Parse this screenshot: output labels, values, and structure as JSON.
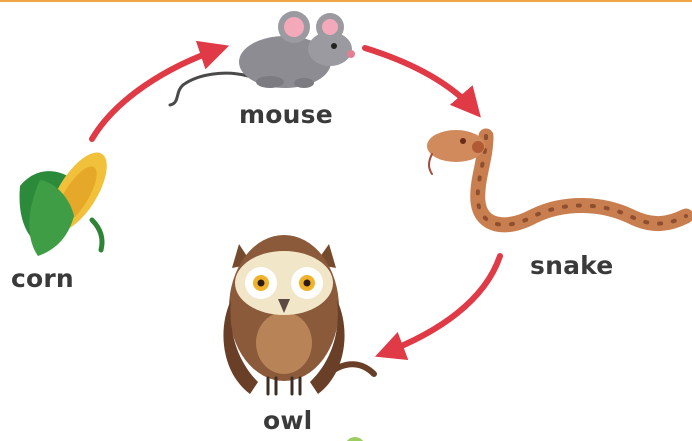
{
  "organisms": {
    "corn": "corn",
    "mouse": "mouse",
    "snake": "snake",
    "owl": "owl"
  },
  "flow": [
    {
      "from": "corn",
      "to": "mouse"
    },
    {
      "from": "mouse",
      "to": "snake"
    },
    {
      "from": "snake",
      "to": "owl"
    }
  ],
  "colors": {
    "arrow": "#e03a46",
    "top_border": "#f1a646",
    "label_text": "#3a3a3a"
  }
}
